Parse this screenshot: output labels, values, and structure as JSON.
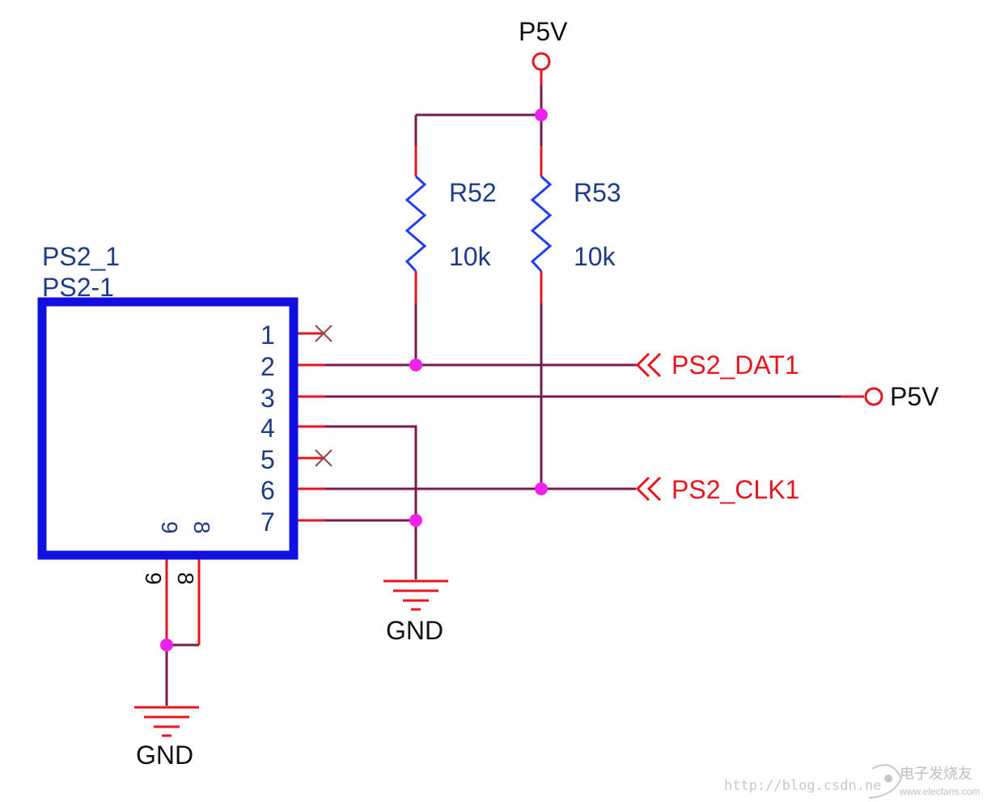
{
  "power_top": {
    "label": "P5V"
  },
  "resistors": [
    {
      "ref": "R52",
      "value": "10k"
    },
    {
      "ref": "R53",
      "value": "10k"
    }
  ],
  "connector": {
    "ref": "PS2_1",
    "part": "PS2-1",
    "pins": [
      "1",
      "2",
      "3",
      "4",
      "5",
      "6",
      "7"
    ],
    "bottom_pins": [
      "9",
      "8"
    ],
    "bottom_pins_rotated": [
      "9",
      "8"
    ]
  },
  "net_ports": [
    {
      "label": "PS2_DAT1"
    },
    {
      "label": "PS2_CLK1"
    }
  ],
  "power_right": {
    "label": "P5V"
  },
  "grounds": [
    {
      "label": "GND"
    },
    {
      "label": "GND"
    }
  ],
  "watermark": {
    "url": "http://blog.csdn.ne",
    "brand": "电子发烧友",
    "site": "www.elecfans.com"
  },
  "colors": {
    "wire": "#7a1a4a",
    "pin": "#e8141e",
    "body": "#1010e0",
    "resistor": "#2040f0",
    "junction": "#ee22ee",
    "text_blue": "#203a8a",
    "text_red": "#e8141e",
    "text_black": "#111111"
  }
}
